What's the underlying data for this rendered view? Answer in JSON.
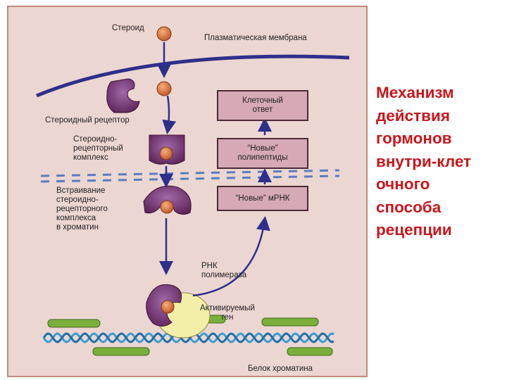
{
  "diagram": {
    "labels": {
      "steroid": "Стероид",
      "membrane": "Плазматическая мембрана",
      "receptor": "Стероидный рецептор",
      "complex_l1": "Стероидно-",
      "complex_l2": "рецепторный",
      "complex_l3": "комплекс",
      "insert_l1": "Встраивание",
      "insert_l2": "стероидно-",
      "insert_l3": "рецепторного",
      "insert_l4": "комплекса",
      "insert_l5": "в хроматин",
      "rna_pol_l1": "РНК",
      "rna_pol_l2": "полимераза",
      "gene_l1": "Активируемый",
      "gene_l2": "ген",
      "chromatin_protein": "Белок хроматина"
    },
    "boxes": {
      "response_l1": "Клеточный",
      "response_l2": "ответ",
      "polypeptides_l1": "“Новые”",
      "polypeptides_l2": "полипептиды",
      "mrna": "“Новые” мРНК"
    }
  },
  "side_title": {
    "line1": "Механизм",
    "line2": "действия",
    "line3": "гормонов",
    "line4": "внутри-клет",
    "line5": "очного",
    "line6": "способа",
    "line7": "рецепции"
  },
  "colors": {
    "background": "#ecd6d2",
    "arrow": "#2e2f8a",
    "receptor": "#6b2a63",
    "steroid": "#d9783a",
    "box_fill": "#d6a9b4",
    "gene": "#7cae3c",
    "dna": "#3b9bd0",
    "polymerase": "#f3eea8",
    "title": "#c8161c"
  }
}
